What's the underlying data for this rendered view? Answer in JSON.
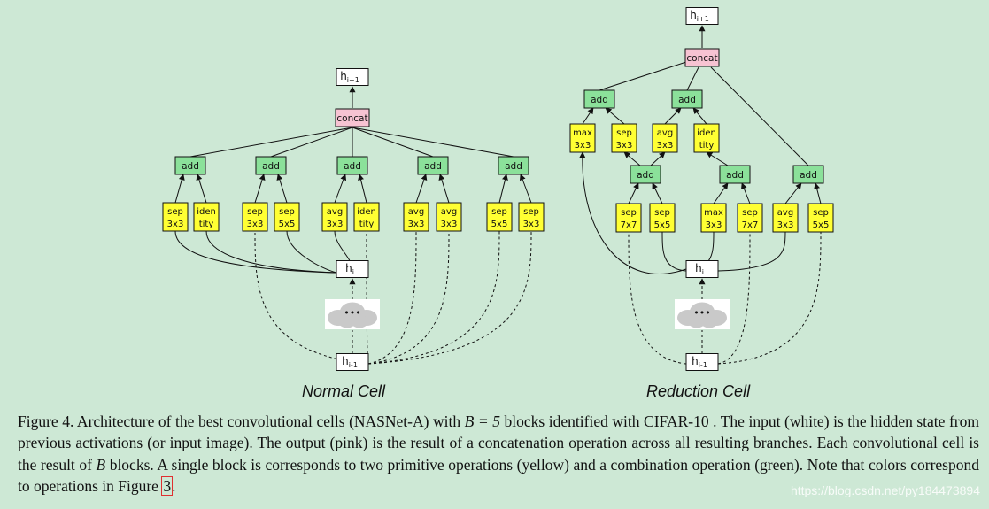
{
  "cells": [
    {
      "title": "Normal Cell",
      "ops": [
        [
          "sep",
          "3x3"
        ],
        [
          "iden",
          "tity"
        ],
        [
          "sep",
          "3x3"
        ],
        [
          "sep",
          "5x5"
        ],
        [
          "avg",
          "3x3"
        ],
        [
          "iden",
          "tity"
        ],
        [
          "avg",
          "3x3"
        ],
        [
          "avg",
          "3x3"
        ],
        [
          "sep",
          "5x5"
        ],
        [
          "sep",
          "3x3"
        ]
      ],
      "add_label": "add",
      "concat_label": "concat",
      "output_label": [
        "h",
        "i+1"
      ],
      "hi_label": [
        "h",
        "i"
      ],
      "hi1_label": [
        "h",
        "i-1"
      ]
    },
    {
      "title": "Reduction Cell",
      "ops_bottom": [
        [
          "sep",
          "7x7"
        ],
        [
          "sep",
          "5x5"
        ],
        [
          "max",
          "3x3"
        ],
        [
          "sep",
          "7x7"
        ],
        [
          "avg",
          "3x3"
        ],
        [
          "sep",
          "5x5"
        ]
      ],
      "ops_top": [
        [
          "max",
          "3x3"
        ],
        [
          "sep",
          "3x3"
        ],
        [
          "avg",
          "3x3"
        ],
        [
          "iden",
          "tity"
        ]
      ],
      "add_label": "add",
      "concat_label": "concat",
      "output_label": [
        "h",
        "i+1"
      ],
      "hi_label": [
        "h",
        "i"
      ],
      "hi1_label": [
        "h",
        "i-1"
      ]
    }
  ],
  "cloud_label": "•••",
  "caption": {
    "part1": "Figure 4. Architecture of the best convolutional cells (NASNet-A) with ",
    "eq": "B = 5",
    "part2": " blocks identified with CIFAR-10 . The input (white) is the hidden state from previous activations (or input image). The output (pink) is the result of a concatenation operation across all resulting branches. Each convolutional cell is the result of ",
    "b": "B",
    "part3": " blocks. A single block is corresponds to two primitive operations (yellow) and a combination operation (green). Note that colors correspond to operations in Figure ",
    "ref": "3",
    "part4": "."
  },
  "watermark": "https://blog.csdn.net/py184473894",
  "colors": {
    "background": "#cde8d5",
    "input": "#ffffff",
    "output": "#f7c3d2",
    "primitive": "#ffff33",
    "combine": "#8be19a",
    "line": "#111111"
  }
}
